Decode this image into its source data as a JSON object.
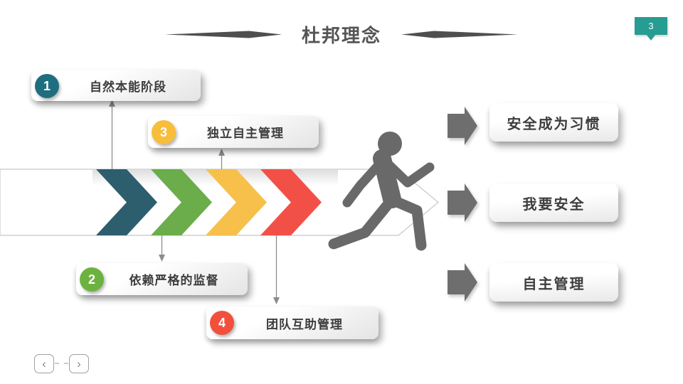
{
  "header": {
    "title": "杜邦理念",
    "page_number": "3"
  },
  "colors": {
    "title_gray": "#4f4f4f",
    "badge_teal": "#269c93",
    "arrow_gray": "#6e6e6e",
    "runner_gray": "#696969",
    "connector_gray": "#8c8c8c",
    "chevrons": [
      "#2d5e6d",
      "#6bad4b",
      "#f6c04a",
      "#f25047"
    ],
    "stage_badges": [
      "#1f6e80",
      "#6cb23f",
      "#f8bd3b",
      "#f2503c"
    ]
  },
  "stages": [
    {
      "number": "1",
      "label": "自然本能阶段"
    },
    {
      "number": "2",
      "label": "依赖严格的监督"
    },
    {
      "number": "3",
      "label": "独立自主管理"
    },
    {
      "number": "4",
      "label": "团队互助管理"
    }
  ],
  "outcomes": [
    {
      "label": "安全成为习惯"
    },
    {
      "label": "我要安全"
    },
    {
      "label": "自主管理"
    }
  ],
  "nav": {
    "prev_symbol": "‹",
    "next_symbol": "›"
  }
}
